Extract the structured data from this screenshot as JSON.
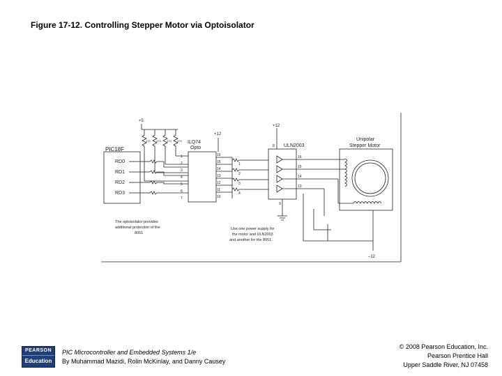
{
  "title": "Figure 17-12. Controlling Stepper Motor via Optoisolator",
  "diagram": {
    "supply_5v": "+5",
    "supply_12v_a": "+12",
    "supply_12v_b": "+12",
    "supply_12v_c": "–12",
    "resistors": [
      "470",
      "470",
      "470",
      "470"
    ],
    "mcu_label": "PIC18F",
    "mcu_pins": [
      "RD0",
      "RD1",
      "RD2",
      "RD3"
    ],
    "opto_label_1": "ILQ74",
    "opto_label_2": "Opto",
    "opto_pins_left": [
      "1",
      "2",
      "3",
      "4",
      "5",
      "6",
      "7"
    ],
    "opto_pins_right": [
      "16",
      "15",
      "14",
      "13",
      "12",
      "11",
      "10"
    ],
    "driver_label": "ULN2003",
    "driver_pin_top": "8",
    "driver_pin_bottom": "9",
    "driver_inputs": [
      "1",
      "2",
      "3",
      "4"
    ],
    "driver_outputs": [
      "16",
      "15",
      "14",
      "13"
    ],
    "motor_label_1": "Unipolar",
    "motor_label_2": "Stepper Motor",
    "note_opto": [
      "The optoisolator provides",
      "additional protection of the",
      "8051."
    ],
    "note_power": [
      "Use one power supply for",
      "the motor and ULN2003",
      "and another for the 8051."
    ]
  },
  "footer": {
    "logo_top": "PEARSON",
    "logo_bottom": "Education",
    "book_title": "PIC Microcontroller and Embedded Systems 1/e",
    "authors": "By Muhammad Mazidi, Rolin McKinlay, and Danny Causey",
    "copyright": "© 2008 Pearson Education, Inc.",
    "publisher": "Pearson Prentice Hall",
    "location": "Upper Saddle River, NJ 07458"
  }
}
